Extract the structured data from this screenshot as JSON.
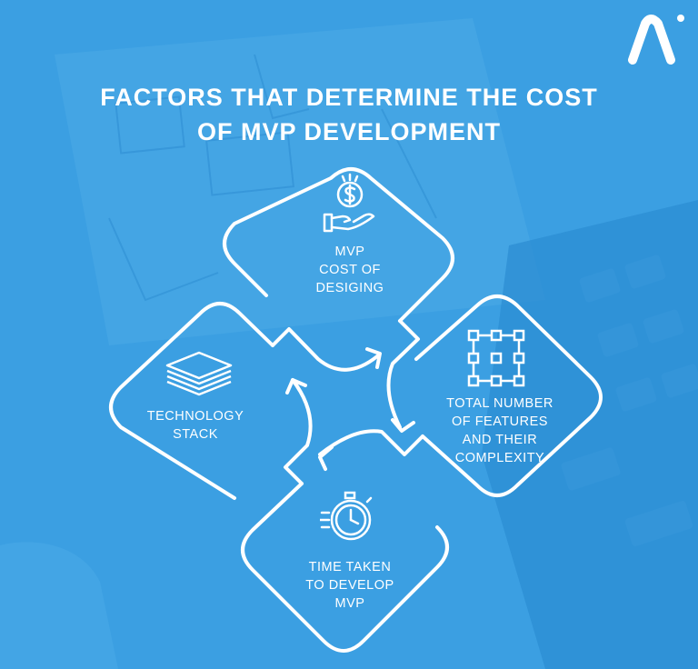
{
  "title": {
    "line1": "FACTORS THAT DETERMINE THE COST",
    "line2": "OF MVP DEVELOPMENT"
  },
  "factors": [
    {
      "id": "design",
      "icon": "money-hand-icon",
      "lines": [
        "MVP",
        "COST OF",
        "DESIGING"
      ]
    },
    {
      "id": "features",
      "icon": "feature-grid-icon",
      "lines": [
        "TOTAL NUMBER",
        "OF FEATURES",
        "AND THEIR",
        "COMPLEXITY"
      ]
    },
    {
      "id": "time",
      "icon": "stopwatch-icon",
      "lines": [
        "TIME TAKEN",
        "TO DEVELOP",
        "MVP"
      ]
    },
    {
      "id": "tech",
      "icon": "layers-stack-icon",
      "lines": [
        "TECHNOLOGY",
        "STACK"
      ]
    }
  ],
  "colors": {
    "background": "#3b9fe2",
    "foreground": "#ffffff"
  },
  "logo": {
    "icon": "brand-logo-icon"
  }
}
